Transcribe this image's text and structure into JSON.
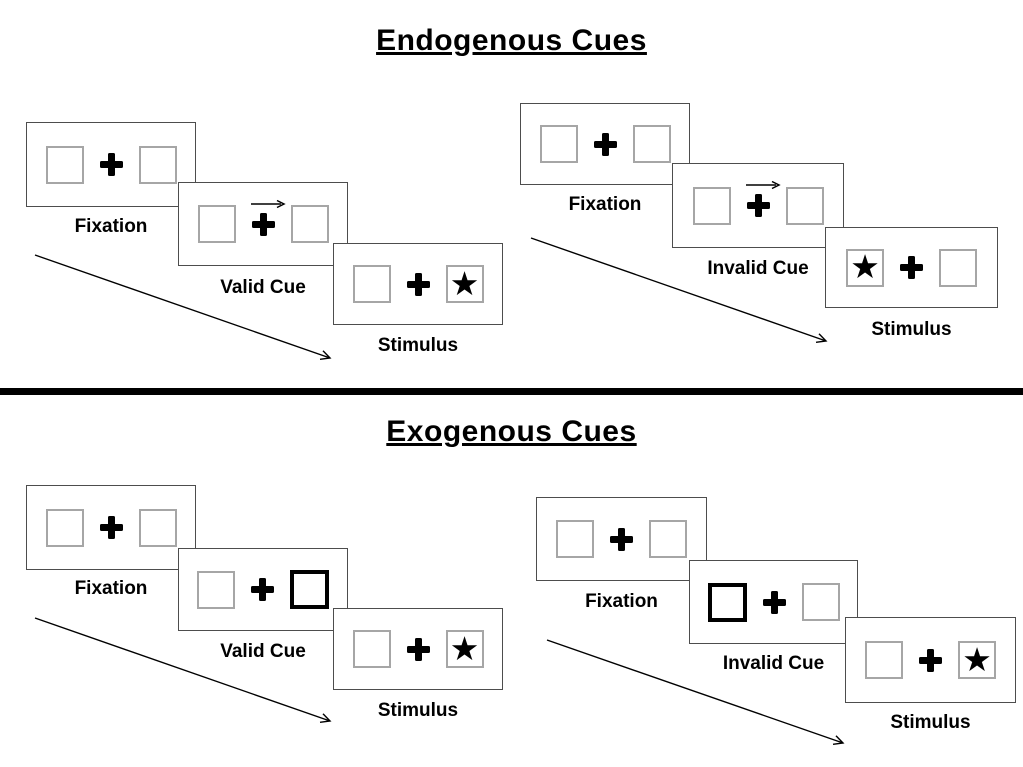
{
  "sections": [
    {
      "title": "Endogenous Cues",
      "panels": [
        {
          "id": "endogenous-valid",
          "labels": {
            "fixation": "Fixation",
            "cue": "Valid Cue",
            "stimulus": "Stimulus"
          },
          "cue_type": "central-arrow-above-fixation",
          "cue_arrow_direction": "right",
          "star_side": "right"
        },
        {
          "id": "endogenous-invalid",
          "labels": {
            "fixation": "Fixation",
            "cue": "Invalid Cue",
            "stimulus": "Stimulus"
          },
          "cue_type": "central-arrow-above-fixation",
          "cue_arrow_direction": "right",
          "star_side": "left"
        }
      ]
    },
    {
      "title": "Exogenous Cues",
      "panels": [
        {
          "id": "exogenous-valid",
          "labels": {
            "fixation": "Fixation",
            "cue": "Valid Cue",
            "stimulus": "Stimulus"
          },
          "cue_type": "peripheral-box-highlight",
          "cue_box_side": "right",
          "star_side": "right"
        },
        {
          "id": "exogenous-invalid",
          "labels": {
            "fixation": "Fixation",
            "cue": "Invalid Cue",
            "stimulus": "Stimulus"
          },
          "cue_type": "peripheral-box-highlight",
          "cue_box_side": "left",
          "star_side": "right"
        }
      ]
    }
  ],
  "symbols": {
    "star": "★"
  },
  "colors": {
    "background": "#ffffff",
    "card_border": "#4d4d4d",
    "square_border": "#a6a6a6",
    "cue_highlight_border": "#000000",
    "divider": "#000000",
    "ink": "#000000"
  }
}
